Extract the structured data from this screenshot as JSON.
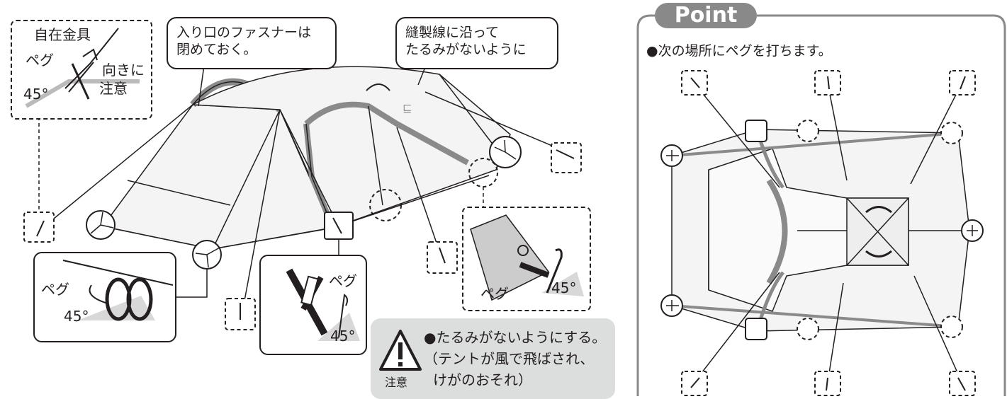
{
  "inset_topleft": {
    "label_fitting": "自在金具",
    "label_peg": "ペグ",
    "label_direction_1": "向きに",
    "label_direction_2": "注意",
    "label_angle": "45°"
  },
  "callout_zipper": {
    "line1": "入り口のファスナーは",
    "line2": "閉めておく。"
  },
  "callout_seam": {
    "line1": "縫製線に沿って",
    "line2": "たるみがないように"
  },
  "inset_bottomleft": {
    "label_peg": "ペグ",
    "label_angle": "45°"
  },
  "inset_center": {
    "label_peg": "ペグ",
    "label_angle": "45°"
  },
  "inset_right": {
    "label_peg": "ペグ",
    "label_angle": "45°"
  },
  "caution": {
    "icon_label": "注意",
    "line1": "●たるみがないようにする。",
    "line2": "（テントが風で飛ばされ、",
    "line3": "けがのおそれ）"
  },
  "point_panel": {
    "badge": "Point",
    "instruction": "●次の場所にペグを打ちます。"
  },
  "colors": {
    "ink": "#231f20",
    "gray": "#898989",
    "light_gray": "#dcdddd",
    "panel_fill": "#eeeeee"
  }
}
